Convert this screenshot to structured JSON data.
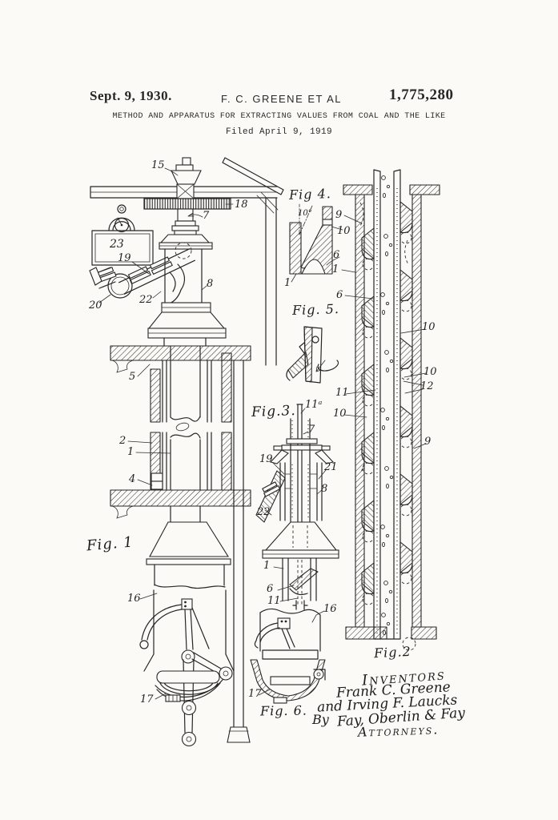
{
  "header": {
    "date": "Sept. 9, 1930.",
    "applicant": "F. C. GREENE ET AL",
    "patent_number": "1,775,280",
    "title": "METHOD AND APPARATUS FOR EXTRACTING VALUES FROM COAL AND THE LIKE",
    "filed": "Filed April 9, 1919"
  },
  "figure_labels": {
    "fig1": "Fig. 1",
    "fig2": "Fig.2",
    "fig3": "Fig.3.",
    "fig4": "Fig 4.",
    "fig5": "Fig. 5.",
    "fig6": "Fig. 6."
  },
  "refs": {
    "f1_15": "15",
    "f1_18": "18",
    "f1_7": "7",
    "f1_23": "23",
    "f1_19": "19",
    "f1_20": "20",
    "f1_22": "22",
    "f1_8": "8",
    "f1_5": "5",
    "f1_2": "2",
    "f1_1": "1",
    "f1_4": "4",
    "f1_16": "16",
    "f1_17": "17",
    "f4_angle": "10°",
    "f4_1": "1",
    "g_9": "9",
    "g_10": "10",
    "g_6a": "6",
    "g_1": "1",
    "g_6b": "6",
    "f3_11a": "11ᵃ",
    "f3_7": "7",
    "f3_19": "19",
    "f3_21": "21",
    "f3_8": "8",
    "f3_22": "22",
    "f3_1": "1",
    "f3_6": "6",
    "f3_11": "11",
    "f6_16": "16",
    "f6_17": "17",
    "f2_10a": "10",
    "f2_10b": "10",
    "f2_12": "12",
    "f2_11": "11",
    "f2_10c": "10",
    "f2_9": "9"
  },
  "signature": {
    "heading": "Inventors",
    "inventor_1": "Frank C. Greene",
    "inventor_2": "and Irving F. Laucks",
    "by": "By",
    "firm": "Fay, Oberlin & Fay",
    "closing": "Attorneys."
  },
  "palette": {
    "ink": "#262626",
    "paper": "#fbfaf6"
  }
}
